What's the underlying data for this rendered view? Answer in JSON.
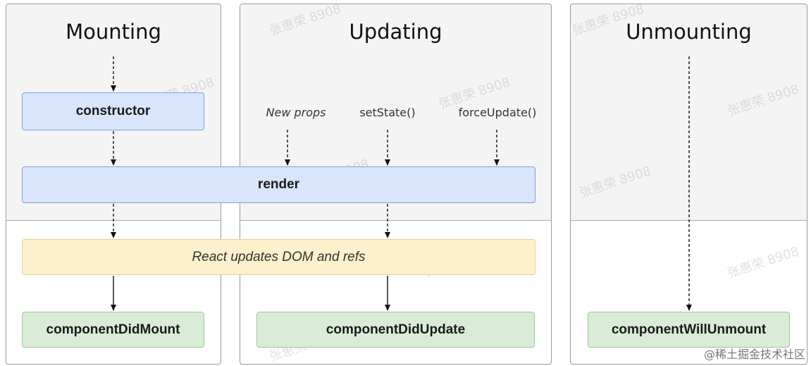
{
  "columns": {
    "mounting": "Mounting",
    "updating": "Updating",
    "unmounting": "Unmounting"
  },
  "triggers": {
    "new_props": "New props",
    "set_state": "setState()",
    "force_update": "forceUpdate()"
  },
  "nodes": {
    "constructor": "constructor",
    "render": "render",
    "dom_update": "React updates DOM and refs",
    "did_mount": "componentDidMount",
    "did_update": "componentDidUpdate",
    "will_unmount": "componentWillUnmount"
  },
  "watermark": "张惠荣 8908",
  "credit": "@稀土掘金技术社区",
  "colors": {
    "phase_fill": "#d9e5fb",
    "commit_fill": "#fdf0cc",
    "lifecycle_fill": "#d8ecd6"
  }
}
